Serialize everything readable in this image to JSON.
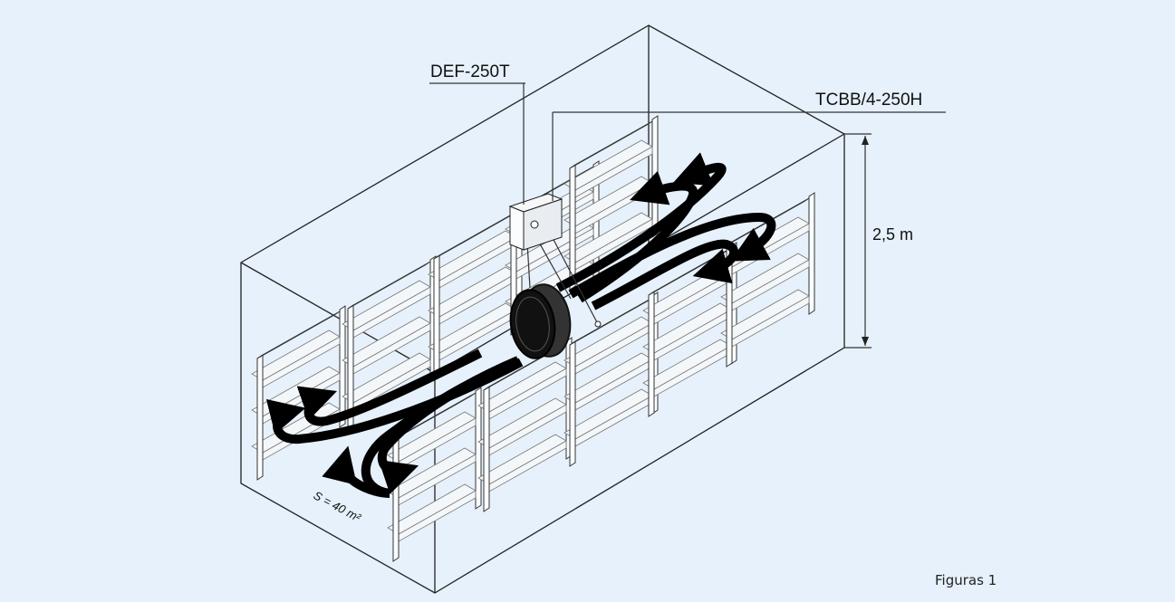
{
  "labels": {
    "fan_model": "DEF-250T",
    "controller_model": "TCBB/4-250H",
    "height": "2,5 m",
    "surface": "S = 40 m²"
  },
  "caption": "Figuras 1",
  "colors": {
    "background": "#e6f1fb",
    "lines": "#222222",
    "airflow": "#000000"
  }
}
